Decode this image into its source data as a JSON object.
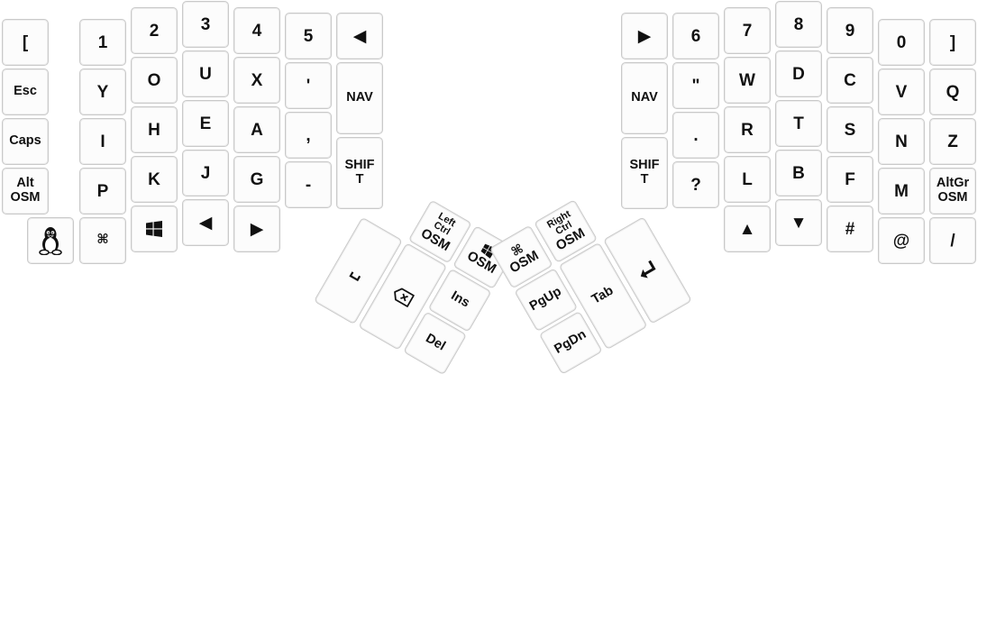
{
  "left": {
    "row1": [
      "[",
      "1",
      "2",
      "3",
      "4",
      "5"
    ],
    "row2": [
      "Esc",
      "Y",
      "O",
      "U",
      "X",
      "'"
    ],
    "row3": [
      "Caps",
      "I",
      "H",
      "E",
      "A",
      ","
    ],
    "row4": [
      "Alt\nOSM",
      "P",
      "K",
      "J",
      "G",
      "-"
    ],
    "row5": {
      "linux_icon": "linux-tux-icon",
      "cmd": "⌘",
      "win_icon": "windows-icon",
      "left": "◀",
      "right": "▶"
    },
    "inner": {
      "arrow": "◀",
      "nav": "NAV",
      "shift": "SHIF\nT"
    }
  },
  "left_thumb": {
    "ctrl_top": "Left\nCtrl",
    "ctrl_osm": "OSM",
    "win_osm": "OSM",
    "space": "␣",
    "backspace_icon": "backspace-icon",
    "ins": "Ins",
    "del": "Del"
  },
  "right": {
    "row1": [
      "6",
      "7",
      "8",
      "9",
      "0",
      "]"
    ],
    "row2": [
      "\"",
      "W",
      "D",
      "C",
      "V",
      "Q"
    ],
    "row3": [
      ".",
      "R",
      "T",
      "S",
      "N",
      "Z"
    ],
    "row4": [
      "?",
      "L",
      "B",
      "F",
      "M",
      "AltGr\nOSM"
    ],
    "row5": {
      "up": "▲",
      "down": "▼",
      "hash": "#",
      "at": "@",
      "slash": "/"
    },
    "inner": {
      "arrow": "▶",
      "nav": "NAV",
      "shift": "SHIF\nT"
    }
  },
  "right_thumb": {
    "cmd": "⌘",
    "cmd_osm": "OSM",
    "ctrl_top": "Right\nCtrl",
    "ctrl_osm": "OSM",
    "enter_icon": "enter-icon",
    "tab": "Tab",
    "pgup": "PgUp",
    "pgdn": "PgDn"
  }
}
